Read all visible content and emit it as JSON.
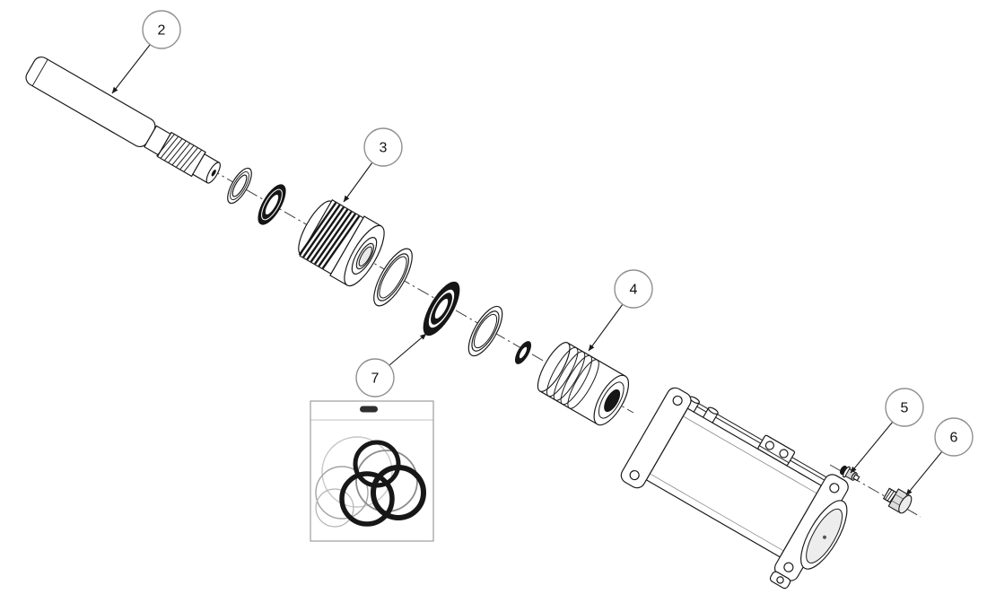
{
  "figure": {
    "background_color": "#ffffff",
    "line_color": "#1a1a1a",
    "callout_circle_color": "#909090",
    "seal_color": "#161616"
  },
  "callouts": [
    {
      "label": "2"
    },
    {
      "label": "3"
    },
    {
      "label": "4"
    },
    {
      "label": "7"
    },
    {
      "label": "5"
    },
    {
      "label": "6"
    }
  ]
}
